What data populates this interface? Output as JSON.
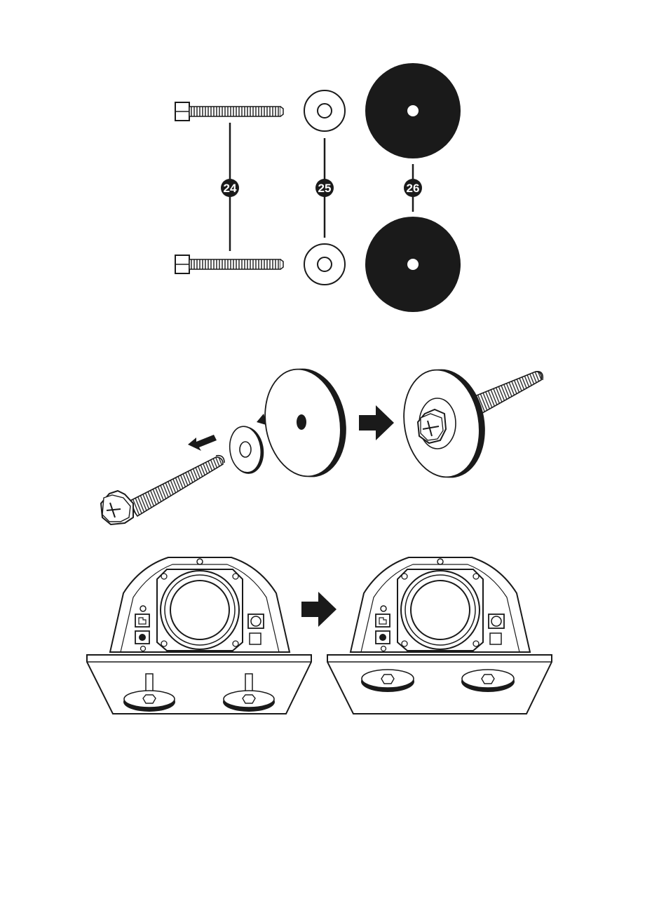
{
  "parts": [
    {
      "id": "24",
      "label": "24"
    },
    {
      "id": "25",
      "label": "25"
    },
    {
      "id": "26",
      "label": "26"
    }
  ],
  "colors": {
    "ink": "#1a1a1a",
    "paper": "#ffffff",
    "fill_light": "#f4f4f4"
  },
  "icons": [
    "bolt-icon",
    "washer-icon",
    "rubber-pad-icon",
    "arrow-right-icon",
    "speaker-cabinet-icon"
  ]
}
